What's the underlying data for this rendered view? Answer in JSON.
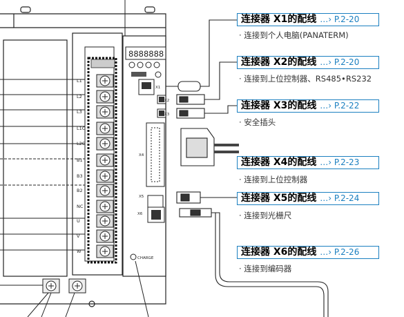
{
  "connectors": [
    {
      "title": "连接器 X1的配线",
      "ref": "…› P.2-20",
      "desc": "· 连接到个人电脑(PANATERM)"
    },
    {
      "title": "连接器 X2的配线",
      "ref": "…› P.2-20",
      "desc": "· 连接到上位控制器、RS485•RS232"
    },
    {
      "title": "连接器 X3的配线",
      "ref": "…› P.2-22",
      "desc": "· 安全插头"
    },
    {
      "title": "连接器 X4的配线",
      "ref": "…› P.2-23",
      "desc": "· 连接到上位控制器"
    },
    {
      "title": "连接器 X5的配线",
      "ref": "…› P.2-24",
      "desc": "· 连接到光栅尺"
    },
    {
      "title": "连接器 X6的配线",
      "ref": "…› P.2-26",
      "desc": "· 连接到编码器"
    }
  ],
  "terminals": [
    "L1",
    "L2",
    "L3",
    "L1C",
    "L2C",
    "B1",
    "B3",
    "B2",
    "NC",
    "U",
    "V",
    "W"
  ],
  "port_labels": [
    "X1",
    "X2",
    "X3",
    "X4",
    "X5",
    "X6"
  ],
  "display_digits": "8888888",
  "charge_label": "CHARGE",
  "accent_color": "#1a7fc0"
}
